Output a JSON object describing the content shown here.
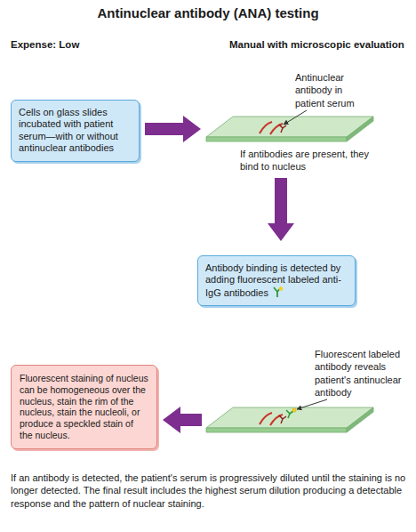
{
  "diagram": {
    "title": "Antinuclear antibody (ANA) testing",
    "caption": "If an antibody is detected, the patient's serum is progressively diluted until the staining is no longer detected. The final result includes the highest serum dilution producing a detectable response and the pattern of nuclear staining.",
    "nodes": [
      {
        "text": [
          "Cells on glass slides incubated with patient serum—with or without antinuclear antibodies"
        ]
      },
      {
        "text": [
          "Antinuclear antibody in patient serum",
          "If antibodies are present, they bind to nucleus"
        ]
      },
      {
        "text": [
          "Antibody binding is detected by adding fluorescent labeled anti-IgG antibodies"
        ]
      },
      {
        "text": [
          "Fluorescent labeled antibody reveals patient's antinuclear antibody"
        ]
      },
      {
        "text": [
          "Fluorescent staining of nucleus can be homogeneous over the nucleus, stain the rim of the nucleus, stain the nucleoli, or produce a speckled stain of the nucleus."
        ]
      }
    ],
    "edges": [
      {
        "from": 0,
        "to": 1,
        "arrow": "to"
      },
      {
        "from": 1,
        "to": 2,
        "arrow": "to"
      },
      {
        "from": 3,
        "to": 4,
        "arrow": "to"
      }
    ],
    "labels": [
      "Expense: Low",
      "Manual with microscopic evaluation"
    ]
  }
}
